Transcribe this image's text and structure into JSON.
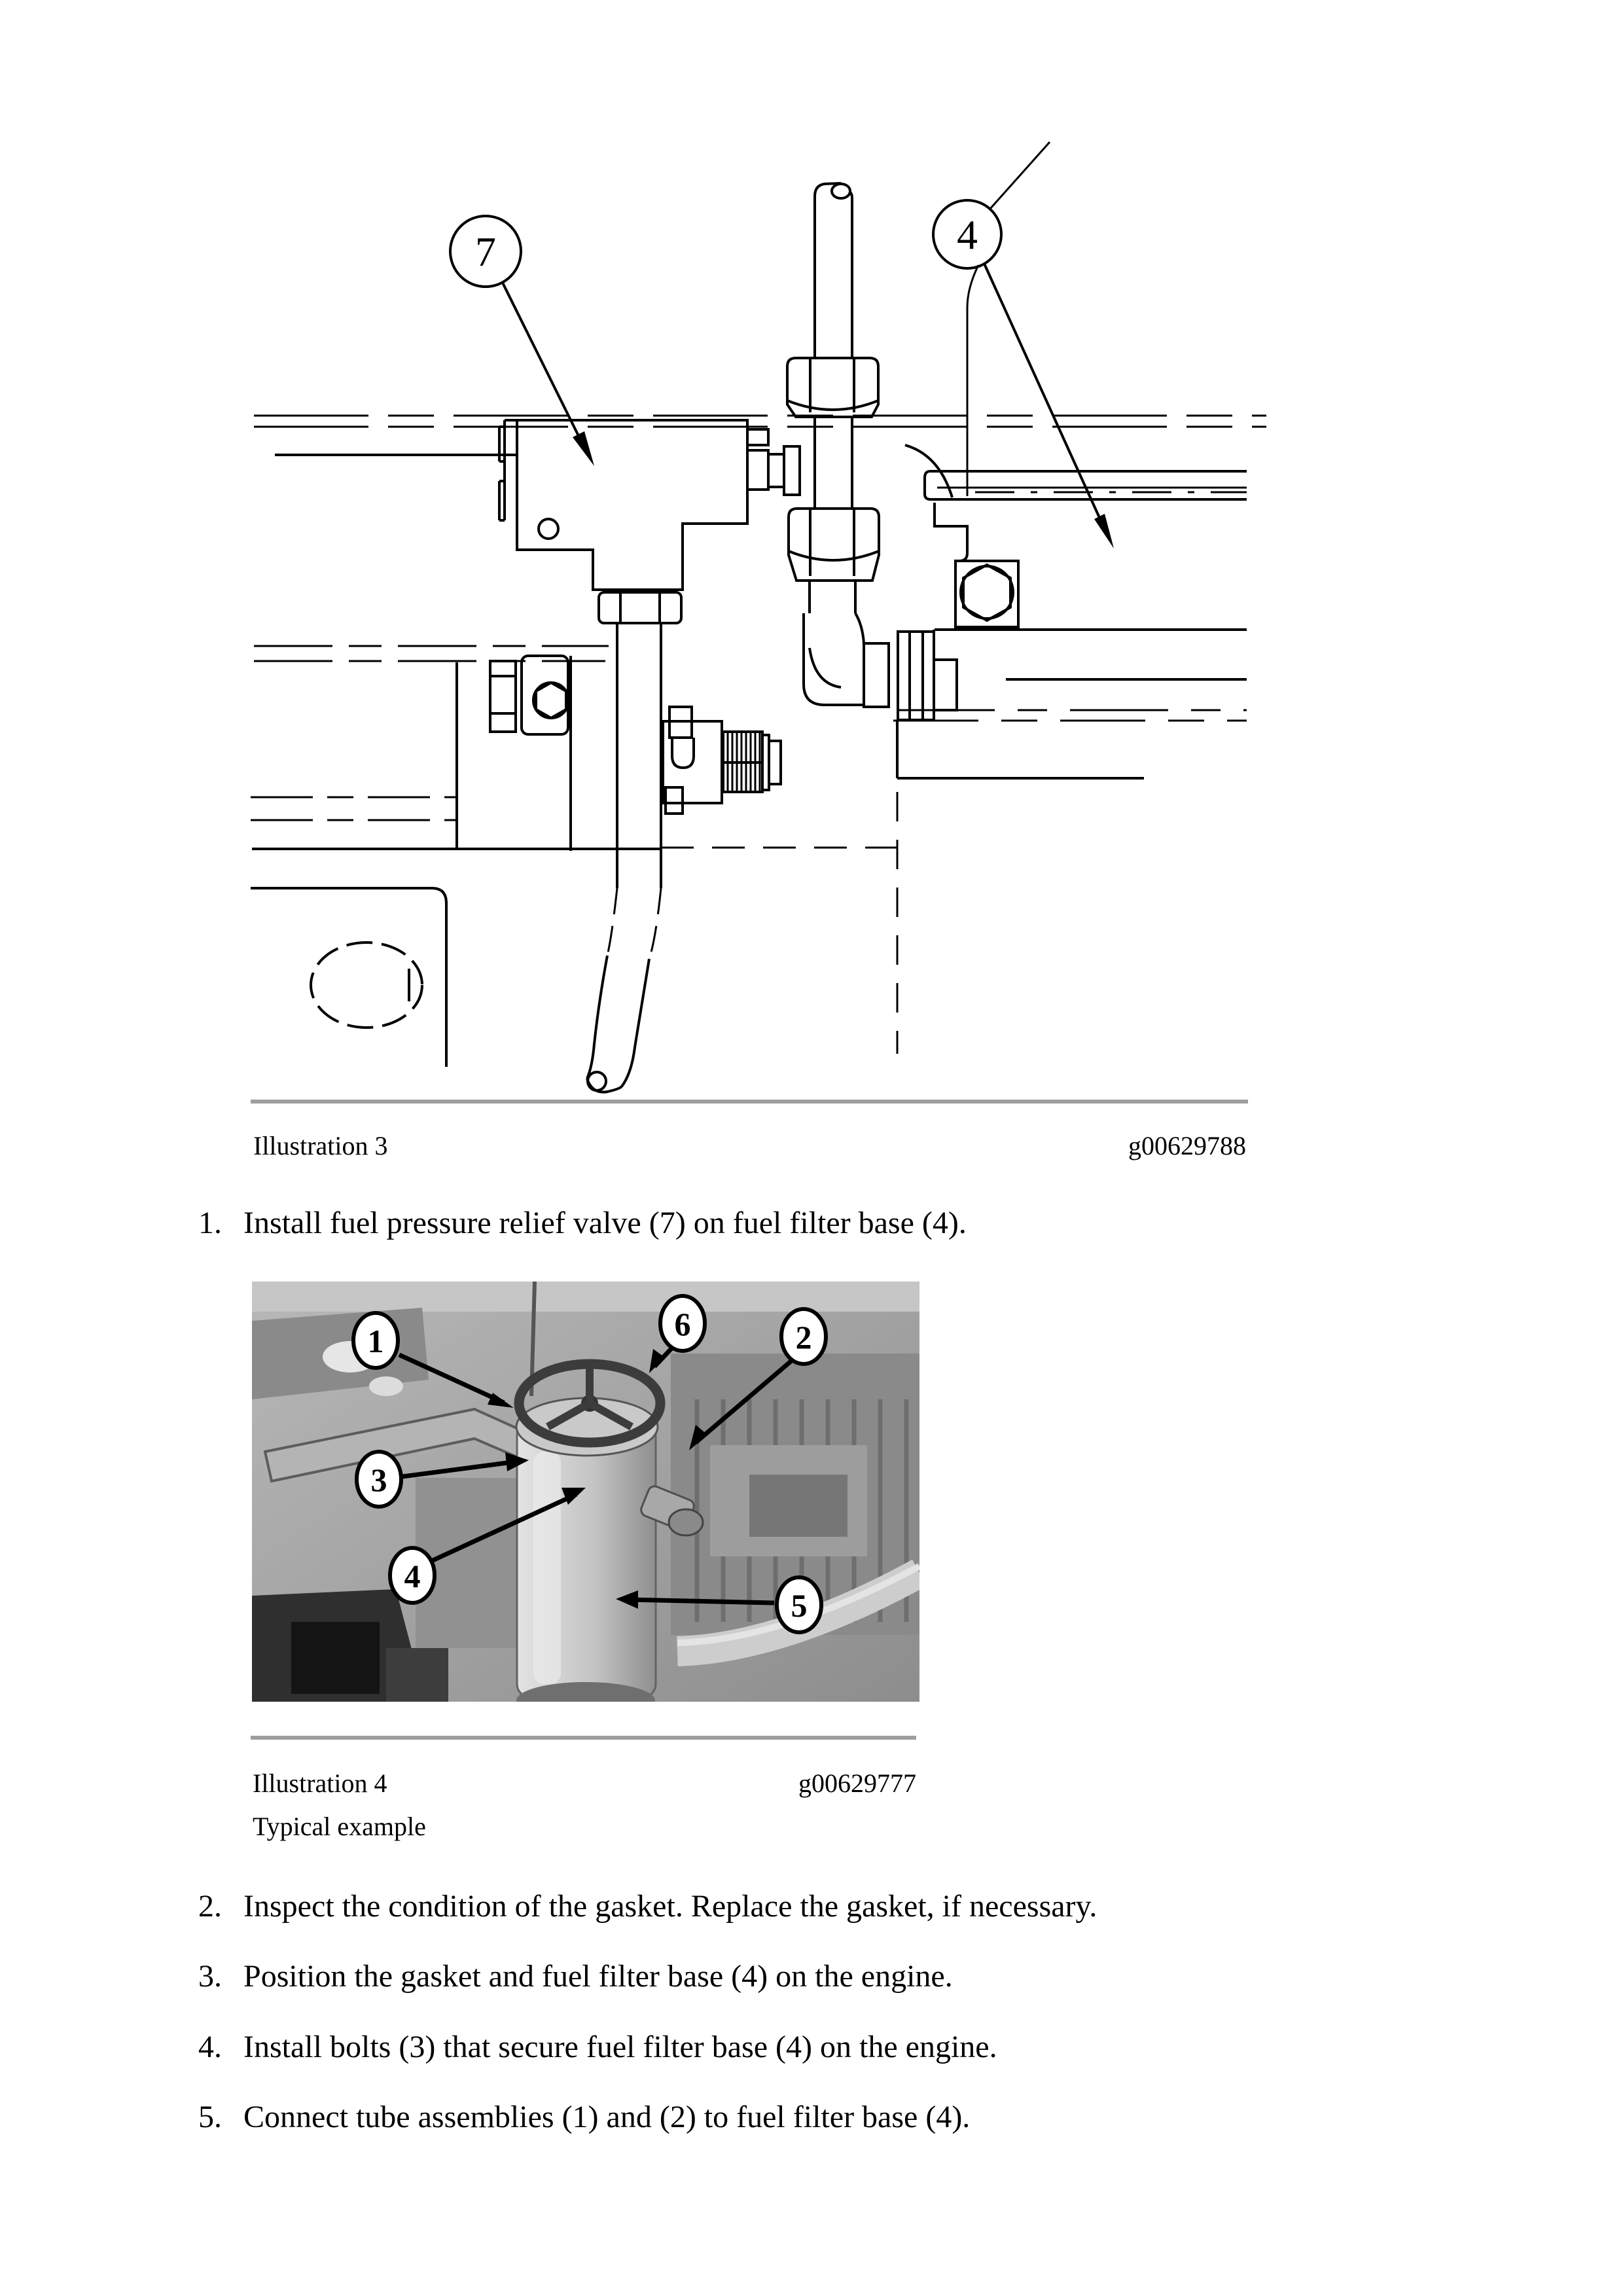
{
  "illustration3": {
    "caption": "Illustration 3",
    "figure_id": "g00629788",
    "type": "line-drawing",
    "callout_7": "7",
    "callout_4": "4"
  },
  "illustration4": {
    "caption": "Illustration 4",
    "figure_id": "g00629777",
    "note": "Typical example",
    "type": "photograph",
    "callout_1": "1",
    "callout_2": "2",
    "callout_3": "3",
    "callout_4": "4",
    "callout_5": "5",
    "callout_6": "6"
  },
  "steps": [
    {
      "num": "1.",
      "text": "Install fuel pressure relief valve (7) on fuel filter base (4)."
    },
    {
      "num": "2.",
      "text": "Inspect the condition of the gasket. Replace the gasket, if necessary."
    },
    {
      "num": "3.",
      "text": "Position the gasket and fuel filter base (4) on the engine."
    },
    {
      "num": "4.",
      "text": "Install bolts (3) that secure fuel filter base (4) on the engine."
    },
    {
      "num": "5.",
      "text": "Connect tube assemblies (1) and (2) to fuel filter base (4)."
    }
  ],
  "colors": {
    "rule_gray": "#9e9e9e",
    "ink": "#000000"
  }
}
